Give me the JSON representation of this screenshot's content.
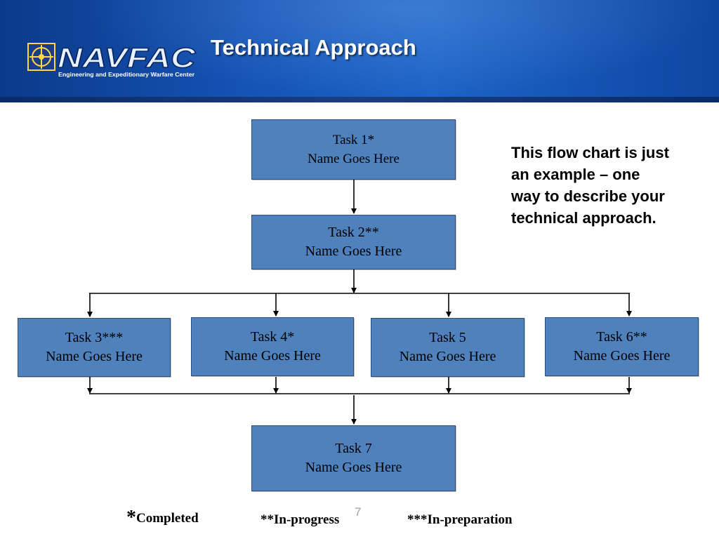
{
  "header": {
    "title": "Technical Approach",
    "logo": {
      "wordmark": "NAVFAC",
      "subtitle": "Engineering and Expeditionary Warfare Center"
    },
    "colors": {
      "banner": "#1553b5",
      "title": "#ffffff"
    }
  },
  "tasks": [
    {
      "id": "task-1",
      "label": "Task 1*",
      "name": "Name Goes Here"
    },
    {
      "id": "task-2",
      "label": "Task 2**",
      "name": "Name Goes Here"
    },
    {
      "id": "task-3",
      "label": "Task 3***",
      "name": "Name Goes Here"
    },
    {
      "id": "task-4",
      "label": "Task 4*",
      "name": "Name Goes Here"
    },
    {
      "id": "task-5",
      "label": "Task 5",
      "name": "Name Goes Here"
    },
    {
      "id": "task-6",
      "label": "Task 6**",
      "name": "Name Goes Here"
    },
    {
      "id": "task-7",
      "label": "Task 7",
      "name": "Name Goes Here"
    }
  ],
  "flow": [
    [
      "Task 1*",
      "Task 2**"
    ],
    [
      "Task 2**",
      "Task 3***"
    ],
    [
      "Task 2**",
      "Task 4*"
    ],
    [
      "Task 2**",
      "Task 5"
    ],
    [
      "Task 2**",
      "Task 6**"
    ],
    [
      "Task 3***",
      "Task 7"
    ],
    [
      "Task 4*",
      "Task 7"
    ],
    [
      "Task 5",
      "Task 7"
    ],
    [
      "Task 6**",
      "Task 7"
    ]
  ],
  "note": "This flow chart is just an example – one way to describe your technical approach.",
  "legend": {
    "completed_star": "*",
    "completed": "Completed",
    "in_progress": "**In-progress",
    "in_preparation": "***In-preparation"
  },
  "page_number": "7",
  "colors": {
    "box_fill": "#4f81bd",
    "box_border": "#2f4f7a",
    "connector": "#000000"
  }
}
